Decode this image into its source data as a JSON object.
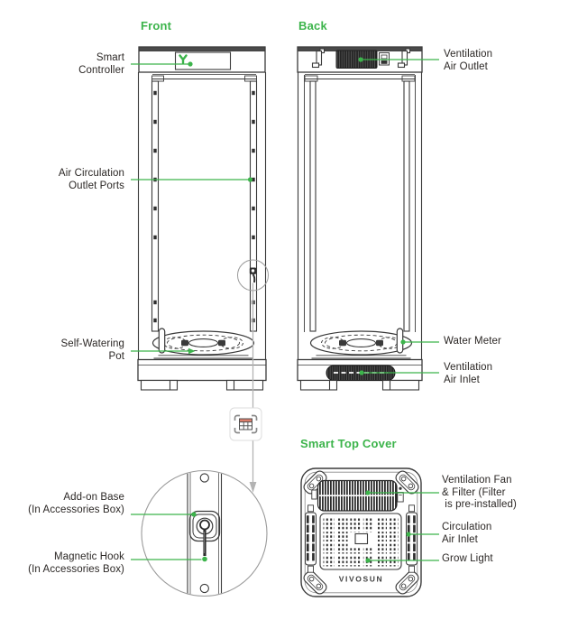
{
  "colors": {
    "accent_green": "#3CB44B",
    "label_text": "#2B2725",
    "line_art": "#3A3A3A",
    "callout_gray": "#B3B3B3",
    "marker_accent": "#DD7E6B"
  },
  "headings": {
    "front": "Front",
    "back": "Back",
    "smart_top_cover": "Smart Top Cover"
  },
  "front_view": {
    "labels": {
      "smart_controller": "Smart\nController",
      "air_circulation_outlet_ports": "Air Circulation\nOutlet Ports",
      "self_watering_pot": "Self-Watering\nPot"
    }
  },
  "back_view": {
    "labels": {
      "ventilation_air_outlet": "Ventilation\nAir Outlet",
      "water_meter": "Water Meter",
      "ventilation_air_inlet": "Ventilation\nAir Inlet"
    }
  },
  "detail_view": {
    "labels": {
      "add_on_base": "Add-on Base\n(In Accessories Box)",
      "magnetic_hook": "Magnetic Hook\n(In Accessories Box)"
    }
  },
  "top_cover_view": {
    "brand": "VIVOSUN",
    "labels": {
      "ventilation_fan_filter": "Ventilation Fan\n& Filter (Filter\n is pre-installed)",
      "circulation_air_inlet": "Circulation\nAir Inlet",
      "grow_light": "Grow Light"
    }
  },
  "icons": {
    "detail_marker": "table-region-marker-icon",
    "controller_logo": "vivosun-y-logo"
  }
}
